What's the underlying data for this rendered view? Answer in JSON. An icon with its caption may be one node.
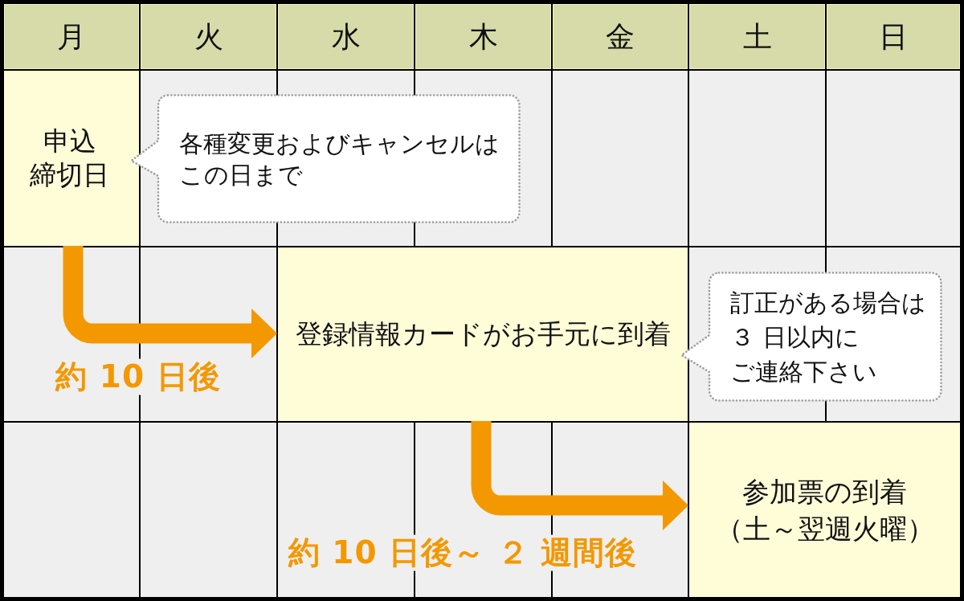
{
  "diagram": {
    "nodes": [
      {
        "text": [
          "申込締切日"
        ]
      },
      {
        "text": [
          "各種変更およびキャンセルはこの日まで"
        ]
      },
      {
        "text": [
          "登録情報カードがお手元に到着"
        ]
      },
      {
        "text": [
          "訂正がある場合は３ 日以内にご連絡下さい"
        ]
      },
      {
        "text": [
          "参加票の到着",
          "（土～翌週火曜）"
        ]
      }
    ],
    "edges": [
      {
        "from": 0,
        "to": 2,
        "arrow": "to",
        "label": "約 10 日後"
      },
      {
        "from": 2,
        "to": 4,
        "arrow": "to",
        "label": "約 10 日後～ ２ 週間後"
      }
    ],
    "labels": [
      "月",
      "火",
      "水",
      "木",
      "金",
      "土",
      "日"
    ]
  }
}
